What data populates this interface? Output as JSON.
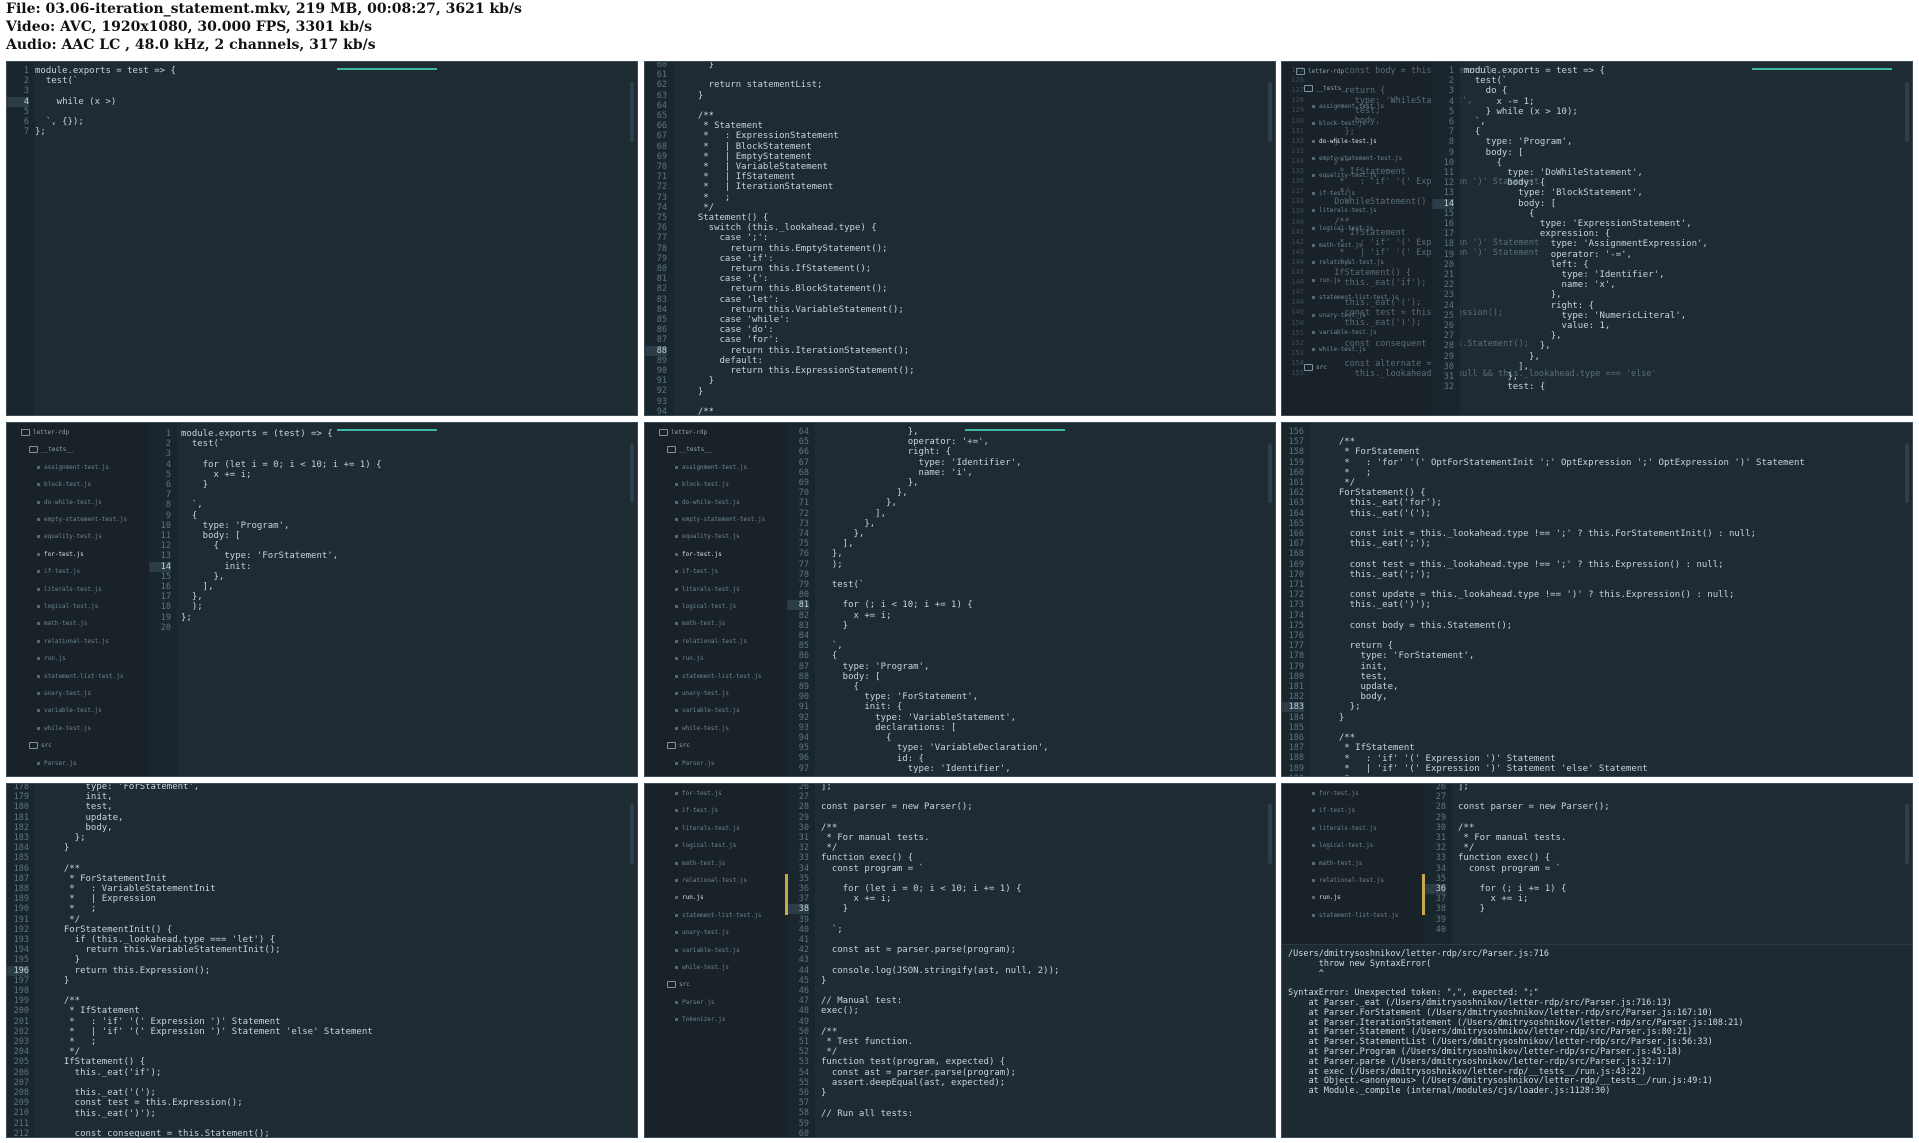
{
  "header": {
    "file": "File: 03.06-iteration_statement.mkv, 219 MB, 00:08:27, 3621 kb/s",
    "video": "Video: AVC, 1920x1080, 30.000 FPS, 3301 kb/s",
    "audio": "Audio: AAC LC , 48.0 kHz, 2 channels, 317 kb/s"
  },
  "panels": [
    {
      "name": "frame-1-while-test",
      "line_numbers": [
        "1",
        "2",
        "3",
        "4",
        "5",
        "6",
        "7"
      ],
      "current_line": 3,
      "code": "module.exports = test => {\n  test(`\n\n    while (x >)\n\n  `, {});\n};"
    },
    {
      "name": "frame-2-statement-switch",
      "line_numbers": [
        "60",
        "61",
        "62",
        "63",
        "64",
        "65",
        "66",
        "67",
        "68",
        "69",
        "70",
        "71",
        "72",
        "73",
        "74",
        "75",
        "76",
        "77",
        "78",
        "79",
        "80",
        "81",
        "82",
        "83",
        "84",
        "85",
        "86",
        "87",
        "88",
        "89",
        "90",
        "91",
        "92",
        "93",
        "94"
      ],
      "current_line": 28,
      "code": "    }\n\n    return statementList;\n  }\n\n  /**\n   * Statement\n   *   : ExpressionStatement\n   *   | BlockStatement\n   *   | EmptyStatement\n   *   | VariableStatement\n   *   | IfStatement\n   *   | IterationStatement\n   *   ;\n   */\n  Statement() {\n    switch (this._lookahead.type) {\n      case ';':\n        return this.EmptyStatement();\n      case 'if':\n        return this.IfStatement();\n      case '{':\n        return this.BlockStatement();\n      case 'let':\n        return this.VariableStatement();\n      case 'while':\n      case 'do':\n      case 'for':\n        return this.IterationStatement();\n      default:\n        return this.ExpressionStatement();\n    }\n  }\n\n  /**"
    },
    {
      "name": "frame-3-overlay-dowhile",
      "line_numbers": [
        "125",
        "126",
        "127",
        "128",
        "129",
        "130",
        "131",
        "132",
        "133",
        "134",
        "135",
        "136",
        "137",
        "138",
        "139",
        "140",
        "141",
        "142",
        "143",
        "144",
        "145",
        "146",
        "147",
        "148",
        "149",
        "150",
        "151",
        "152",
        "153",
        "154",
        "155"
      ],
      "current_line": 13,
      "ghost_code": "    const body = this.Statement();\n\n    return {\n      type: 'WhileStatement',\n      test,\n      body,\n    };\n  }\n\n  /**\n   * IfStatement\n   *   : 'if' '(' Expression ')' Statement\n   */\n  DoWhileStatement() {\n\n  /**\n   * IfStatement\n   *   : 'if' '(' Expression ')' Statement\n   *   | 'if' '(' Expression ')' Statement\n   */\n  IfStatement() {\n    this._eat('if');\n\n    this._eat('(');\n    const test = this.Expression();\n    this._eat(')');\n\n    const consequent = this.Statement();\n\n    const alternate =\n      this._lookahead !== null && this._lookahead.type === 'else'",
      "line_numbers_right": [
        "1",
        "2",
        "3",
        "4",
        "5",
        "6",
        "7",
        "8",
        "9",
        "10",
        "11",
        "12",
        "13",
        "14",
        "15",
        "16",
        "17",
        "18",
        "19",
        "20",
        "21",
        "22",
        "23",
        "24",
        "25",
        "26",
        "27",
        "28",
        "29",
        "30",
        "31",
        "32"
      ],
      "code": "module.exports = test => {\n  test(`\n    do {\n      x -= 1;\n    } while (x > 10);\n  `,\n  {\n    type: 'Program',\n    body: [\n      {\n        type: 'DoWhileStatement',\n        body: {\n          type: 'BlockStatement',\n          body: [\n            {\n              type: 'ExpressionStatement',\n              expression: {\n                type: 'AssignmentExpression',\n                operator: '-=',\n                left: {\n                  type: 'Identifier',\n                  name: 'x',\n                },\n                right: {\n                  type: 'NumericLiteral',\n                  value: 1,\n                },\n              },\n            },\n          ],\n        },\n        test: {"
    },
    {
      "name": "frame-4-for-test",
      "line_numbers": [
        "1",
        "2",
        "3",
        "4",
        "5",
        "6",
        "7",
        "8",
        "9",
        "10",
        "11",
        "12",
        "13",
        "14",
        "15",
        "16",
        "17",
        "18",
        "19",
        "20"
      ],
      "current_line": 13,
      "code": "module.exports = (test) => {\n  test(`\n\n    for (let i = 0; i < 10; i += 1) {\n      x += i;\n    }\n\n  `,\n  {\n    type: 'Program',\n    body: [\n      {\n        type: 'ForStatement',\n        init:\n      },\n    ],\n  },\n  );\n};\n"
    },
    {
      "name": "frame-5-for-test-expanded",
      "line_numbers": [
        "64",
        "65",
        "66",
        "67",
        "68",
        "69",
        "70",
        "71",
        "72",
        "73",
        "74",
        "75",
        "76",
        "77",
        "78",
        "79",
        "80",
        "81",
        "82",
        "83",
        "84",
        "85",
        "86",
        "87",
        "88",
        "89",
        "90",
        "91",
        "92",
        "93",
        "94",
        "95",
        "96",
        "97"
      ],
      "current_line": 17,
      "code": "                },\n                operator: '+=',\n                right: {\n                  type: 'Identifier',\n                  name: 'i',\n                },\n              },\n            },\n          ],\n        },\n      },\n    ],\n  },\n  );\n\n  test(`\n\n    for (; i < 10; i += 1) {\n      x += i;\n    }\n\n  `,\n  {\n    type: 'Program',\n    body: [\n      {\n        type: 'ForStatement',\n        init: {\n          type: 'VariableStatement',\n          declarations: [\n            {\n              type: 'VariableDeclaration',\n              id: {\n                type: 'Identifier',"
    },
    {
      "name": "frame-6-forstatement-parser",
      "line_numbers": [
        "156",
        "157",
        "158",
        "159",
        "160",
        "161",
        "162",
        "163",
        "164",
        "165",
        "166",
        "167",
        "168",
        "169",
        "170",
        "171",
        "172",
        "173",
        "174",
        "175",
        "176",
        "177",
        "178",
        "179",
        "180",
        "181",
        "182",
        "183",
        "184",
        "185",
        "186",
        "187",
        "188",
        "189",
        "190"
      ],
      "current_line": 27,
      "code": "\n  /**\n   * ForStatement\n   *   : 'for' '(' OptForStatementInit ';' OptExpression ';' OptExpression ')' Statement\n   *   ;\n   */\n  ForStatement() {\n    this._eat('for');\n    this._eat('(');\n\n    const init = this._lookahead.type !== ';' ? this.ForStatementInit() : null;\n    this._eat(';');\n\n    const test = this._lookahead.type !== ';' ? this.Expression() : null;\n    this._eat(';');\n\n    const update = this._lookahead.type !== ')' ? this.Expression() : null;\n    this._eat(')');\n\n    const body = this.Statement();\n\n    return {\n      type: 'ForStatement',\n      init,\n      test,\n      update,\n      body,\n    };\n  }\n\n  /**\n   * IfStatement\n   *   : 'if' '(' Expression ')' Statement\n   *   | 'if' '(' Expression ')' Statement 'else' Statement\n   *   ;"
    },
    {
      "name": "frame-7-forstatementinit",
      "line_numbers": [
        "178",
        "179",
        "180",
        "181",
        "182",
        "183",
        "184",
        "185",
        "186",
        "187",
        "188",
        "189",
        "190",
        "191",
        "192",
        "193",
        "194",
        "195",
        "196",
        "197",
        "198",
        "199",
        "200",
        "201",
        "202",
        "203",
        "204",
        "205",
        "206",
        "207",
        "208",
        "209",
        "210",
        "211",
        "212"
      ],
      "current_line": 18,
      "code": "      type: 'ForStatement',\n      init,\n      test,\n      update,\n      body,\n    };\n  }\n\n  /**\n   * ForStatementInit\n   *   : VariableStatementInit\n   *   | Expression\n   *   ;\n   */\n  ForStatementInit() {\n    if (this._lookahead.type === 'let') {\n      return this.VariableStatementInit();\n    }\n    return this.Expression();\n  }\n\n  /**\n   * IfStatement\n   *   : 'if' '(' Expression ')' Statement\n   *   | 'if' '(' Expression ')' Statement 'else' Statement\n   *   ;\n   */\n  IfStatement() {\n    this._eat('if');\n\n    this._eat('(');\n    const test = this.Expression();\n    this._eat(')');\n\n    const consequent = this.Statement();"
    },
    {
      "name": "frame-8-run-js",
      "line_numbers": [
        "26",
        "27",
        "28",
        "29",
        "30",
        "31",
        "32",
        "33",
        "34",
        "35",
        "36",
        "37",
        "38",
        "39",
        "40",
        "41",
        "42",
        "43",
        "44",
        "45",
        "46",
        "47",
        "48",
        "49",
        "50",
        "51",
        "52",
        "53",
        "54",
        "55",
        "56",
        "57",
        "58",
        "59",
        "60"
      ],
      "current_line": 12,
      "code": "];\n\nconst parser = new Parser();\n\n/**\n * For manual tests.\n */\nfunction exec() {\n  const program = `\n\n    for (let i = 0; i < 10; i += 1) {\n      x += i;\n    }\n\n  `;\n\n  const ast = parser.parse(program);\n\n  console.log(JSON.stringify(ast, null, 2));\n}\n\n// Manual test:\nexec();\n\n/**\n * Test function.\n */\nfunction test(program, expected) {\n  const ast = parser.parse(program);\n  assert.deepEqual(ast, expected);\n}\n\n// Run all tests:\n"
    },
    {
      "name": "frame-9-run-js-error",
      "line_numbers": [
        "26",
        "27",
        "28",
        "29",
        "30",
        "31",
        "32",
        "33",
        "34",
        "35",
        "36",
        "37",
        "38",
        "39",
        "40"
      ],
      "current_line": 10,
      "code": "];\n\nconst parser = new Parser();\n\n/**\n * For manual tests.\n */\nfunction exec() {\n  const program = `\n\n    for (; i += 1) {\n      x += i;\n    }\n\n",
      "terminal": [
        "/Users/dmitrysoshnikov/letter-rdp/src/Parser.js:716",
        "      throw new SyntaxError(",
        "      ^",
        "",
        "SyntaxError: Unexpected token: \",\", expected: \";\"",
        "    at Parser._eat (/Users/dmitrysoshnikov/letter-rdp/src/Parser.js:716:13)",
        "    at Parser.ForStatement (/Users/dmitrysoshnikov/letter-rdp/src/Parser.js:167:10)",
        "    at Parser.IterationStatement (/Users/dmitrysoshnikov/letter-rdp/src/Parser.js:108:21)",
        "    at Parser.Statement (/Users/dmitrysoshnikov/letter-rdp/src/Parser.js:80:21)",
        "    at Parser.StatementList (/Users/dmitrysoshnikov/letter-rdp/src/Parser.js:56:33)",
        "    at Parser.Program (/Users/dmitrysoshnikov/letter-rdp/src/Parser.js:45:18)",
        "    at Parser.parse (/Users/dmitrysoshnikov/letter-rdp/src/Parser.js:32:17)",
        "    at exec (/Users/dmitrysoshnikov/letter-rdp/__tests__/run.js:43:22)",
        "    at Object.<anonymous> (/Users/dmitrysoshnikov/letter-rdp/__tests__/run.js:49:1)",
        "    at Module._compile (internal/modules/cjs/loader.js:1128:30)"
      ]
    }
  ],
  "sidebars": {
    "frame4": {
      "items": [
        "letter-rdp",
        "__tests__",
        "assignment-test.js",
        "block-test.js",
        "do-while-test.js",
        "empty-statement-test.js",
        "equality-test.js",
        "for-test.js",
        "if-test.js",
        "literals-test.js",
        "logical-test.js",
        "math-test.js",
        "relational-test.js",
        "run.js",
        "statement-list-test.js",
        "unary-test.js",
        "variable-test.js",
        "while-test.js",
        "src",
        "Parser.js"
      ],
      "active": "for-test.js"
    },
    "frame5": {
      "items": [
        "letter-rdp",
        "__tests__",
        "assignment-test.js",
        "block-test.js",
        "do-while-test.js",
        "empty-statement-test.js",
        "equality-test.js",
        "for-test.js",
        "if-test.js",
        "literals-test.js",
        "logical-test.js",
        "math-test.js",
        "relational-test.js",
        "run.js",
        "statement-list-test.js",
        "unary-test.js",
        "variable-test.js",
        "while-test.js",
        "src",
        "Parser.js"
      ],
      "active": "for-test.js"
    },
    "frame8": {
      "items": [
        "for-test.js",
        "if-test.js",
        "literals-test.js",
        "logical-test.js",
        "math-test.js",
        "relational-test.js",
        "run.js",
        "statement-list-test.js",
        "unary-test.js",
        "variable-test.js",
        "while-test.js",
        "src",
        "Parser.js",
        "Tokenizer.js"
      ],
      "active": "run.js"
    },
    "frame9": {
      "items": [
        "for-test.js",
        "if-test.js",
        "literals-test.js",
        "logical-test.js",
        "math-test.js",
        "relational-test.js",
        "run.js",
        "statement-list-test.js"
      ],
      "active": "run.js"
    },
    "frame3": {
      "items": [
        "letter-rdp",
        "__tests__",
        "assignment-test.js",
        "block-test.js",
        "do-while-test.js",
        "empty-statement-test.js",
        "equality-test.js",
        "if-test.js",
        "literals-test.js",
        "logical-test.js",
        "math-test.js",
        "relational-test.js",
        "run.js",
        "statement-list-test.js",
        "unary-test.js",
        "variable-test.js",
        "while-test.js",
        "src"
      ],
      "active": "do-while-test.js"
    }
  },
  "colors": {
    "editor_bg": "#1e2b33",
    "sidebar_bg": "#182228",
    "accent_tab": "#3fb7a8",
    "text": "#c7d3da"
  }
}
